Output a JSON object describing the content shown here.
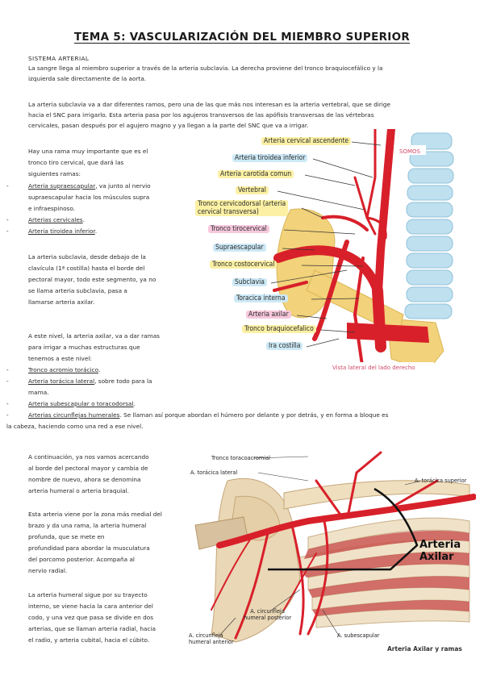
{
  "title": "TEMA 5: VASCULARIZACIÓN DEL MIEMBRO SUPERIOR",
  "section": "SISTEMA ARTERIAL",
  "p1": [
    "La sangre llega al miembro superior a través de la arteria subclavia. La derecha proviene del tronco braquiocefálico y la",
    "izquierda sale directamente de la aorta."
  ],
  "p2": [
    "La arteria subclavia va a dar diferentes ramos, pero una de las que más nos interesan es la arteria vertebral, que se dirige",
    "hacia el SNC para irrigarlo. Esta arteria pasa por los agujeros transversos de las apófisis transversas de las vértebras",
    "cervicales, pasan después por el agujero magno y ya llegan a la parte del SNC que va a irrigar."
  ],
  "p3": [
    "Hay una rama muy importante que es el",
    "tronco tiro cervical, que dará las",
    "siguientes ramas:"
  ],
  "list1": [
    {
      "u": "Arteria supraescapular",
      "rest": ", va junto al nervio",
      "more": [
        "supraescapular hacia los músculos supra",
        "e infraespinoso."
      ]
    },
    {
      "u": "Arterias cervicales",
      "rest": ".",
      "more": []
    },
    {
      "u": "Arteria tiroidea inferior",
      "rest": ".",
      "more": []
    }
  ],
  "p4": [
    "La arteria subclavia, desde debajo de la",
    "clavícula (1ª costilla) hasta el borde del",
    "pectoral mayor, todo este segmento, ya no",
    "se llama arteria subclavia, pasa a",
    "llamarse arteria axilar."
  ],
  "p5": [
    "A este nivel, la arteria axilar, va a dar ramas",
    "para irrigar a muchas estructuras que",
    "tenemos a este nivel:"
  ],
  "list2": [
    {
      "u": "Tronco acromio torácico",
      "rest": ".",
      "more": []
    },
    {
      "u": "Arteria torácica lateral",
      "rest": ", sobre todo para la",
      "more": [
        "mama."
      ]
    },
    {
      "u": "Arteria subescapular o toracodorsal",
      "rest": ".",
      "more": []
    },
    {
      "u": "Arterias circunflejas humerales",
      "rest": ". Se llaman así porque abordan el húmero por delante y por detrás, y en forma a bloque es",
      "more": [
        "la cabeza, haciendo como una red a ese nivel."
      ]
    }
  ],
  "p6": [
    "A continuación, ya nos vamos acercando",
    "al borde del pectoral mayor y cambia de",
    "nombre de nuevo, ahora se denomina",
    "arteria humeral o arteria braquial."
  ],
  "p7": [
    "Esta arteria viene por la zona más medial del",
    "brazo y da una rama, la arteria humeral",
    "profunda, que se mete en",
    "profundidad para abordar la musculatura",
    "del porcomo posterior. Acompaña al",
    "nervio radial."
  ],
  "p8": [
    "La arteria humeral sigue por su trayecto",
    "interno, se viene hacia la cara anterior del",
    "codo, y una vez que pasa se divide en dos",
    "arterias, que se llaman arteria radial, hacia",
    "el radio, y arteria cubital, hacia el cúbito."
  ],
  "fig1": {
    "brand": "SOMOS",
    "caption": "Vista lateral del lado derecho",
    "labels": [
      "Arteria cervical ascendente",
      "Arteria tiroidea inferior",
      "Arteria carotida comun",
      "Vertebral",
      "Tronco cervicodorsal (arteria",
      "cervical transversa)",
      "Tronco tirocervical",
      "Supraescapular",
      "Tronco costocervical",
      "Subclavia",
      "Toracica interna",
      "Arteria axilar",
      "Tronco braquiocefalico",
      "Ira costilla"
    ]
  },
  "fig2": {
    "labels": [
      "Tronco toracoacromial",
      "A. torácica lateral",
      "A. torácica superior",
      "A. circunfleja",
      "humeral posterior",
      "A. circunfleja",
      "humeral anterior",
      "A. subescapular"
    ],
    "big_label": [
      "Arteria",
      "Axilar"
    ],
    "caption": "Arteria Axilar y ramas"
  },
  "colors": {
    "artery": "#d8202a",
    "pink_tag": "#f7c8dc",
    "yellow_tag": "#fbf0a4",
    "blue_tag": "#cde9f6",
    "bone": "#f2d27a",
    "cartilage": "#bfe0ef"
  }
}
